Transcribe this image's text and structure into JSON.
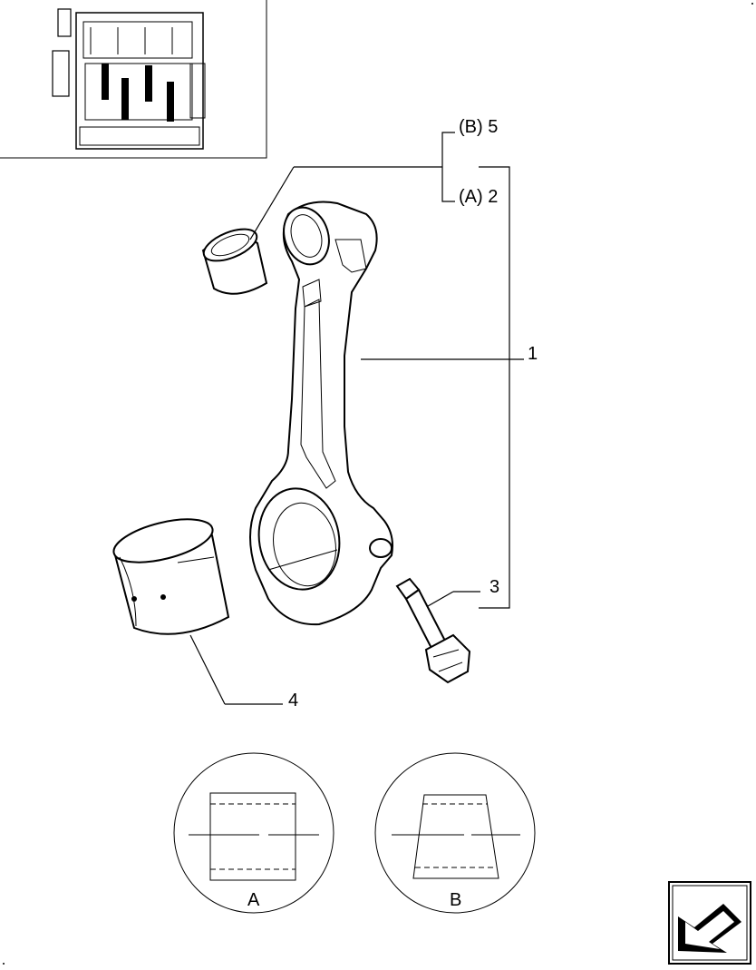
{
  "callouts": {
    "b5": "(B) 5",
    "a2": "(A) 2",
    "c1": "1",
    "c3": "3",
    "c4": "4"
  },
  "details": {
    "a_label": "A",
    "b_label": "B"
  },
  "icons": {
    "engine_thumbnail": "engine-cutaway-icon",
    "navigation": "back-arrow-icon"
  }
}
